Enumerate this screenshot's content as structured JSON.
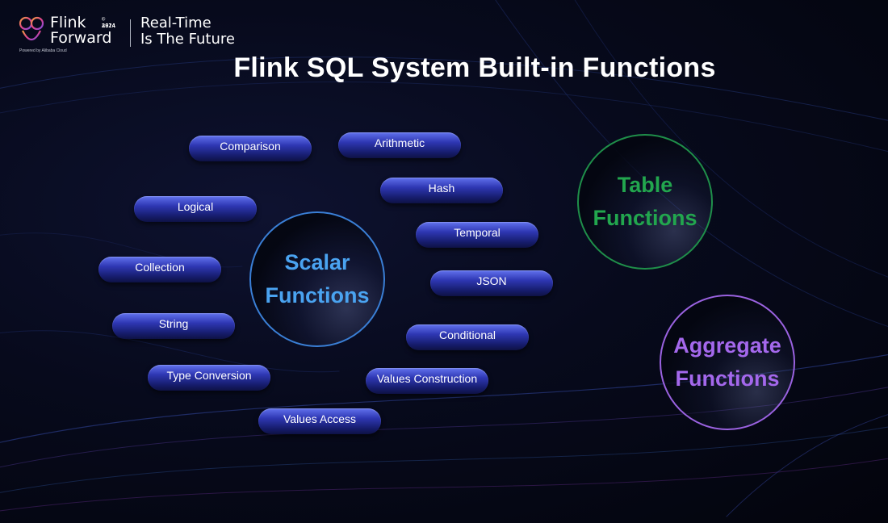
{
  "header": {
    "brand": [
      "Flink",
      "Forward"
    ],
    "event": [
      "© ASIA",
      "2024"
    ],
    "powered_by": "Powered by  Alibaba Cloud",
    "tagline": [
      "Real-Time",
      "Is The Future"
    ]
  },
  "title": "Flink SQL System Built-in Functions",
  "categories": {
    "scalar": [
      "Scalar",
      "Functions"
    ],
    "table": [
      "Table",
      "Functions"
    ],
    "aggregate": [
      "Aggregate",
      "Functions"
    ]
  },
  "scalar_functions": [
    "Comparison",
    "Arithmetic",
    "Logical",
    "Hash",
    "Temporal",
    "Collection",
    "JSON",
    "String",
    "Conditional",
    "Type Conversion",
    "Values Construction",
    "Values Access"
  ],
  "colors": {
    "scalar": "#4aa3f0",
    "table": "#22a64e",
    "aggregate": "#a468ec",
    "pill": "#2e37b3"
  }
}
